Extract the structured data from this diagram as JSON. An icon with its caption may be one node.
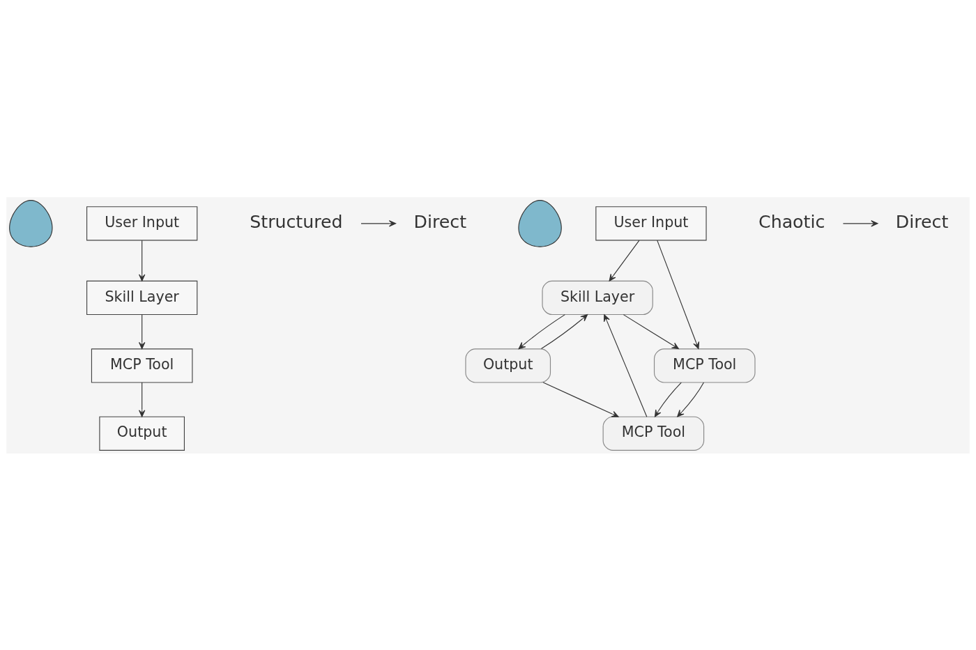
{
  "diagram": {
    "nodes": [
      {
        "text": [],
        "shape": "person"
      },
      {
        "text": [
          "User Input"
        ]
      },
      {
        "text": [
          "Skill Layer"
        ]
      },
      {
        "text": [
          "MCP Tool"
        ]
      },
      {
        "text": [
          "Output"
        ]
      },
      {
        "text": [
          "Structured"
        ]
      },
      {
        "text": [
          "Direct"
        ]
      },
      {
        "text": [],
        "shape": "person"
      },
      {
        "text": [
          "User Input"
        ]
      },
      {
        "text": [
          "Skill Layer"
        ]
      },
      {
        "text": [
          "Output"
        ]
      },
      {
        "text": [
          "MCP Tool"
        ]
      },
      {
        "text": [
          "MCP Tool"
        ]
      },
      {
        "text": [
          "Chaotic"
        ]
      },
      {
        "text": [
          "Direct"
        ]
      }
    ],
    "edges": [
      {
        "from": 1,
        "to": 2,
        "arrow": "to"
      },
      {
        "from": 2,
        "to": 3,
        "arrow": "to"
      },
      {
        "from": 3,
        "to": 4,
        "arrow": "to"
      },
      {
        "from": 5,
        "to": 6,
        "arrow": "to"
      },
      {
        "from": 8,
        "to": 9,
        "arrow": "to"
      },
      {
        "from": 8,
        "to": 11,
        "arrow": "to"
      },
      {
        "from": 9,
        "to": 10,
        "arrow": "to"
      },
      {
        "from": 9,
        "to": 11,
        "arrow": "to"
      },
      {
        "from": 10,
        "to": 9,
        "arrow": "to"
      },
      {
        "from": 10,
        "to": 12,
        "arrow": "to"
      },
      {
        "from": 11,
        "to": 12,
        "arrow": "to"
      },
      {
        "from": 12,
        "to": 9,
        "arrow": "to"
      },
      {
        "from": 11,
        "to": 12,
        "arrow": "to"
      },
      {
        "from": 13,
        "to": 14,
        "arrow": "to"
      }
    ]
  }
}
